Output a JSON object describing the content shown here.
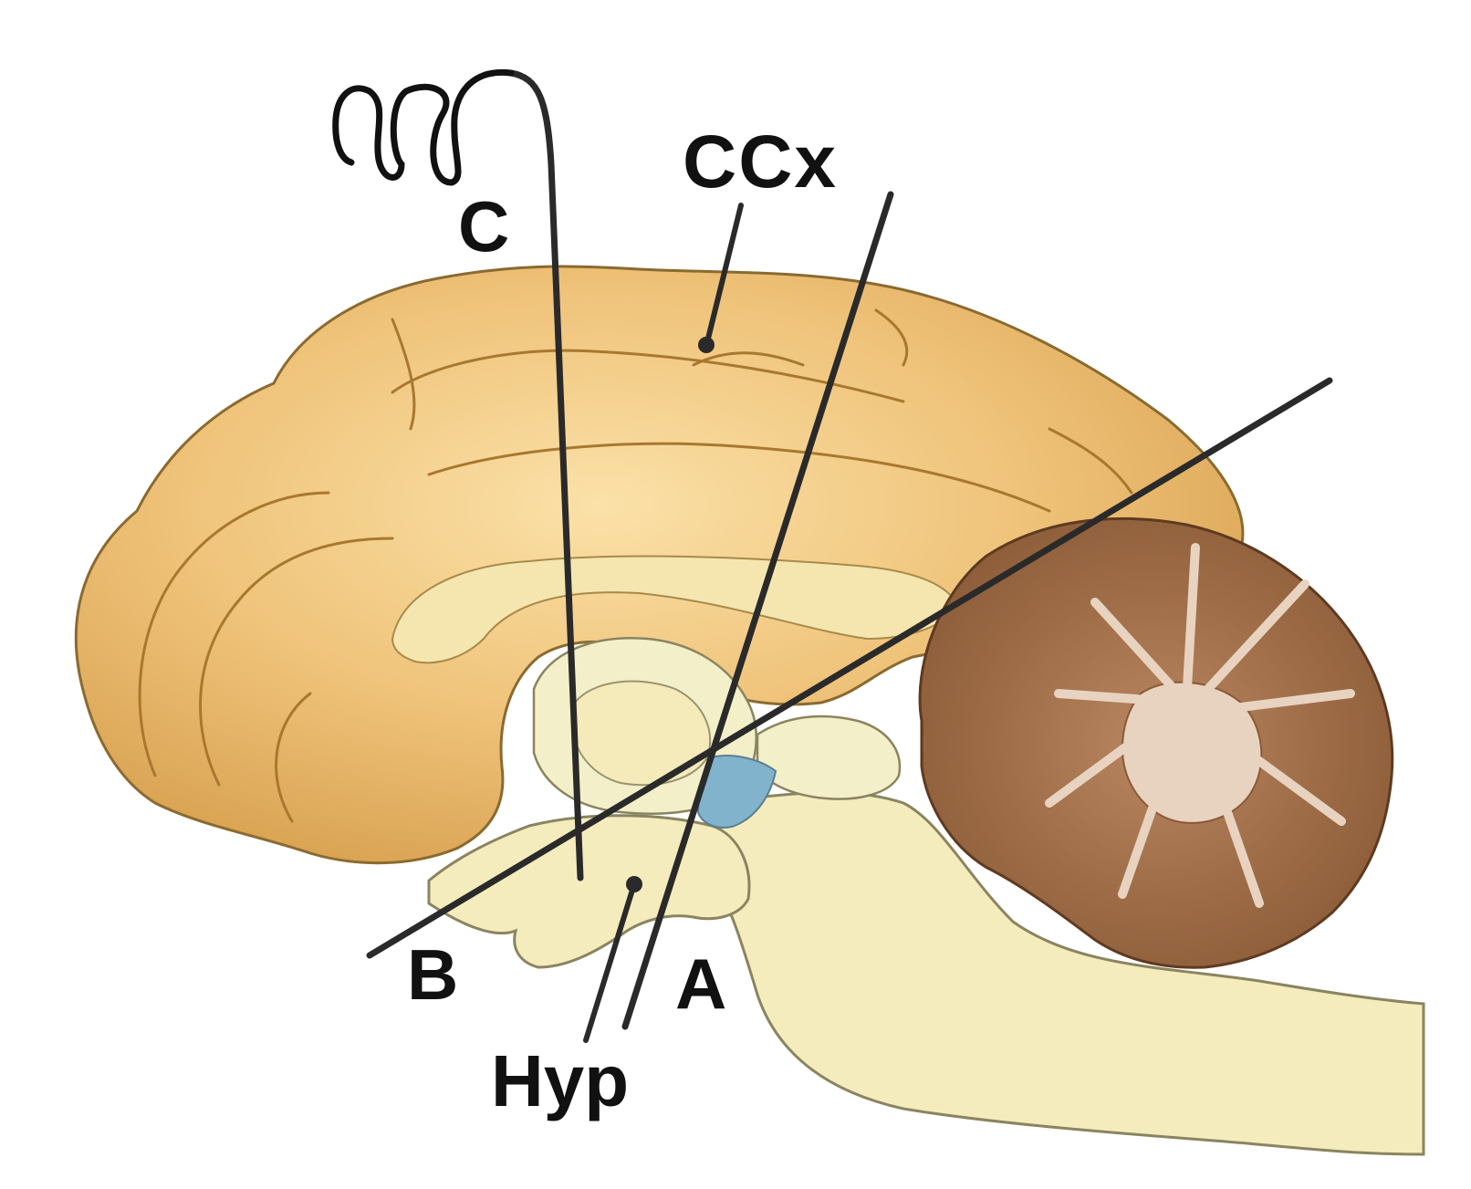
{
  "figure": {
    "labels": {
      "ccx": "CCx",
      "c": "C",
      "b": "B",
      "a": "A",
      "hyp": "Hyp"
    }
  },
  "colors": {
    "cortex": "#e9b968",
    "cortex_light": "#f6d79a",
    "cortex_dark": "#b98a3e",
    "brainstem": "#f5ecbd",
    "brainstem_outline": "#8a8460",
    "cerebellum": "#9a6a45",
    "cerebellum_core": "#e8d3c0",
    "ventricle": "#82b3cc",
    "lines": "#2a2a2a"
  },
  "icons": [
    "electrode-coil-icon"
  ]
}
